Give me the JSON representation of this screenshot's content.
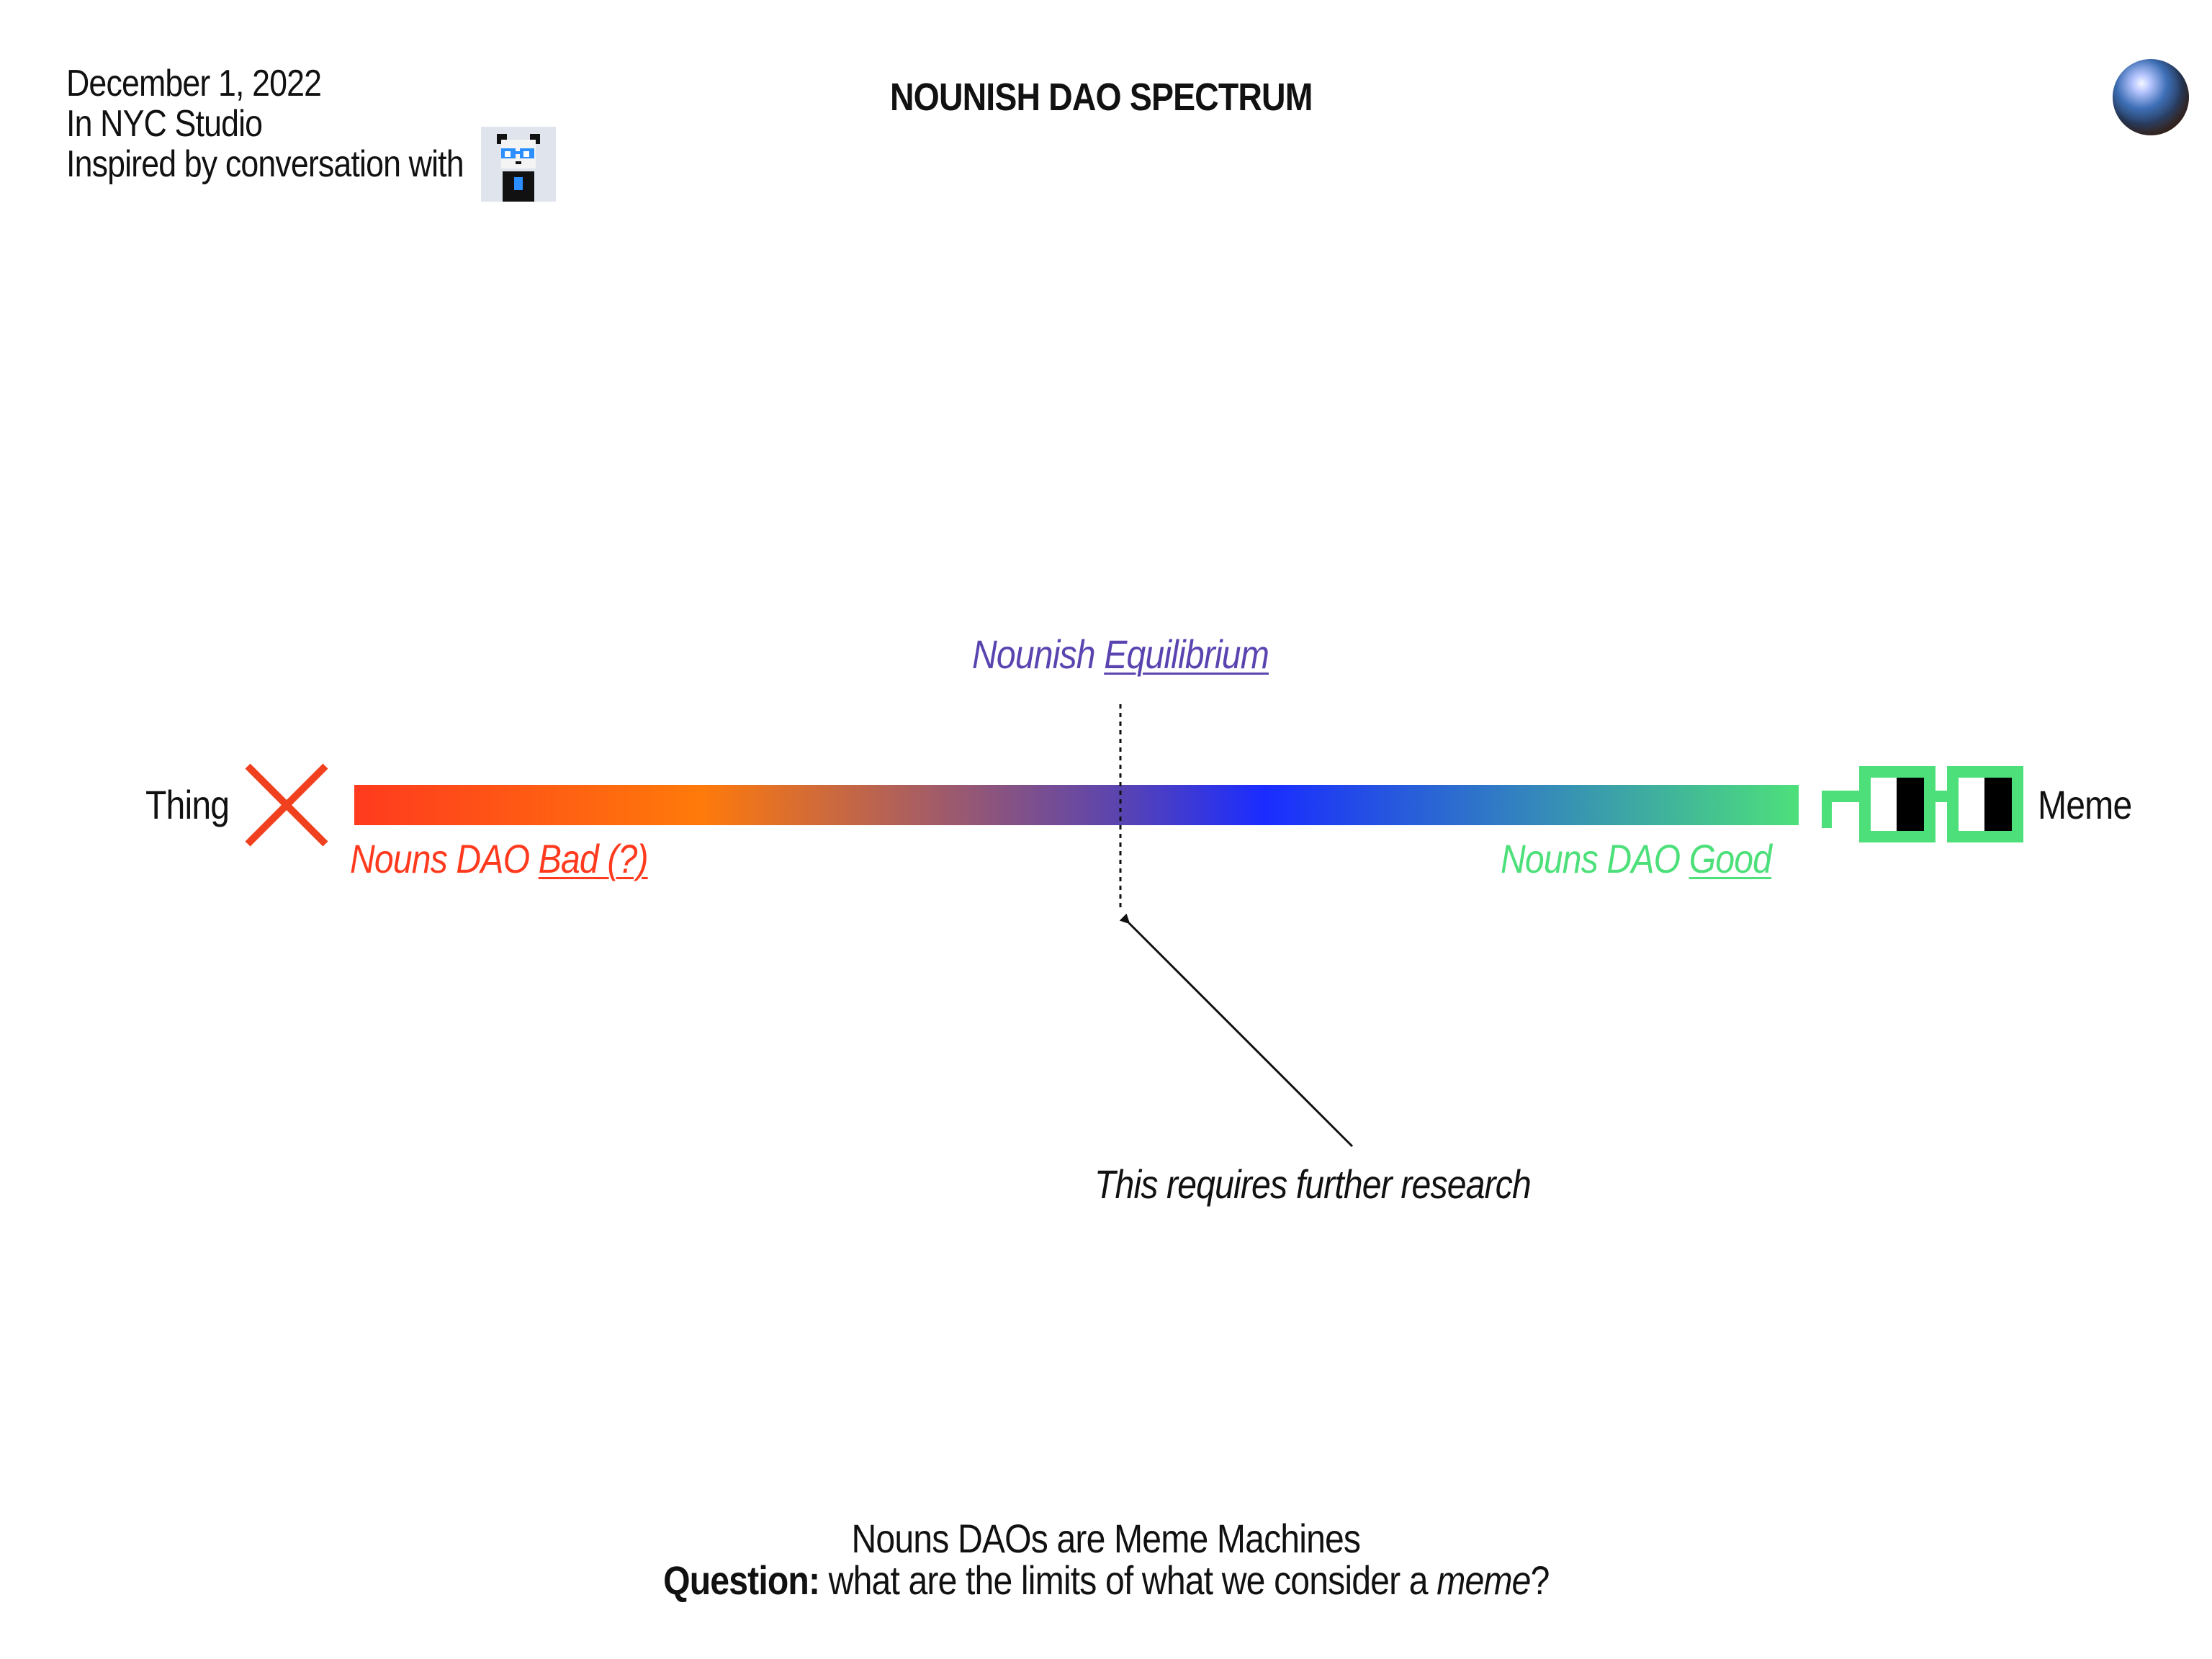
{
  "header": {
    "date": "December 1, 2022",
    "location": "In NYC Studio",
    "inspired_by": "Inspired by conversation with",
    "title": "NOUNISH DAO SPECTRUM"
  },
  "spectrum": {
    "left_label": "Thing",
    "right_label": "Meme",
    "left_caption_prefix": "Nouns DAO ",
    "left_caption_link": "Bad (?)",
    "right_caption_prefix": "Nouns DAO ",
    "right_caption_link": "Good",
    "equilibrium_prefix": "Nounish ",
    "equilibrium_link": "Equilibrium",
    "annotation": "This requires further research",
    "colors": {
      "bad": "#ff3a1e",
      "orange": "#ff7a0a",
      "purple": "#5a44b0",
      "blue": "#1a2cff",
      "good": "#4de07a",
      "x_mark": "#f0401e",
      "equilibrium_text": "#5a44b0"
    }
  },
  "footer": {
    "line1": "Nouns DAOs are Meme Machines",
    "question_label": "Question:",
    "question_text_before": " what are the limits of what we consider a ",
    "question_italic": "meme",
    "question_text_after": "?"
  },
  "icons": {
    "avatar": "panda-avatar-icon",
    "orb": "orb-icon",
    "x_mark": "x-mark-icon",
    "glasses": "noggles-glasses-icon"
  }
}
